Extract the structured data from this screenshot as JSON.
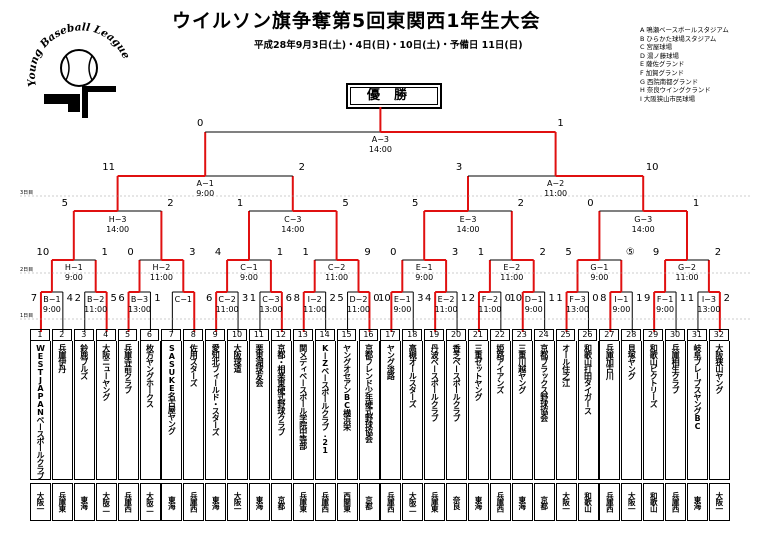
{
  "header": {
    "title": "ウイルソン旗争奪第5回東関西1年生大会",
    "date": "平成28年9月3日(土)・4日(日)・10日(土)・予備日 11日(日)",
    "logo_text": "Young Baseball League"
  },
  "venues": [
    "A 鳴瀬ベースボールスタジアム",
    "B ひらかた球場スタジアム",
    "C 宮屋球場",
    "D 湯ノ藤球場",
    "E 薩佐グランド",
    "F 加賀グランド",
    "G 西院南都グランド",
    "H 奈良ウイングクランド",
    "I 大阪狭山市民球場"
  ],
  "final": {
    "label": "優勝",
    "score_left": "0",
    "score_right": "1",
    "game": "A−3",
    "time": "14:00"
  },
  "day_labels": {
    "d3": "3日目",
    "d2": "2日目",
    "d1": "1日目"
  },
  "semis": [
    {
      "game": "A−1",
      "time": "9:00",
      "score_left": "11",
      "score_right": "2"
    },
    {
      "game": "A−2",
      "time": "11:00",
      "score_left": "3",
      "score_right": "10"
    }
  ],
  "quarters": [
    {
      "game": "H−3",
      "time": "14:00",
      "score_left": "5",
      "score_right": "2"
    },
    {
      "game": "C−3",
      "time": "14:00",
      "score_left": "1",
      "score_right": "5"
    },
    {
      "game": "E−3",
      "time": "14:00",
      "score_left": "5",
      "score_right": "2"
    },
    {
      "game": "G−3",
      "time": "14:00",
      "score_left": "0",
      "score_right": "1"
    }
  ],
  "round2": [
    {
      "game": "H−1",
      "time": "9:00",
      "score_left": "10",
      "score_right": "1"
    },
    {
      "game": "H−2",
      "time": "11:00",
      "score_left": "0",
      "score_right": "3"
    },
    {
      "game": "C−1",
      "time": "9:00",
      "score_left": "4",
      "score_right": "1"
    },
    {
      "game": "C−2",
      "time": "11:00",
      "score_left": "1",
      "score_right": "9"
    },
    {
      "game": "E−1",
      "time": "9:00",
      "score_left": "0",
      "score_right": "3"
    },
    {
      "game": "E−2",
      "time": "11:00",
      "score_left": "1",
      "score_right": "2"
    },
    {
      "game": "G−1",
      "time": "9:00",
      "score_left": "5",
      "score_right": "⑤"
    },
    {
      "game": "G−2",
      "time": "11:00",
      "score_left": "9",
      "score_right": "2"
    }
  ],
  "round1": [
    {
      "game": "B−1",
      "time": "9:00",
      "score_left": "7",
      "score_right": "4"
    },
    {
      "game": "B−2",
      "time": "11:00",
      "score_left": "2",
      "score_right": "5"
    },
    {
      "game": "B−3",
      "time": "13:00",
      "score_left": "6",
      "score_right": "1"
    },
    {
      "game": "C−1",
      "time": "",
      "score_left": "",
      "score_right": ""
    },
    {
      "game": "C−2",
      "time": "11:00",
      "score_left": "6",
      "score_right": "3"
    },
    {
      "game": "C−3",
      "time": "13:00",
      "score_left": "1",
      "score_right": "6"
    },
    {
      "game": "I−2",
      "time": "11:00",
      "score_left": "8",
      "score_right": "2"
    },
    {
      "game": "D−2",
      "time": "11:00",
      "score_left": "5",
      "score_right": "0"
    },
    {
      "game": "E−1",
      "time": "9:00",
      "score_left": "10",
      "score_right": "3"
    },
    {
      "game": "E−2",
      "time": "11:00",
      "score_left": "4",
      "score_right": "1"
    },
    {
      "game": "F−2",
      "time": "11:00",
      "score_left": "2",
      "score_right": "0"
    },
    {
      "game": "D−1",
      "time": "9:00",
      "score_left": "10",
      "score_right": "1"
    },
    {
      "game": "F−3",
      "time": "13:00",
      "score_left": "1",
      "score_right": "0"
    },
    {
      "game": "I−1",
      "time": "9:00",
      "score_left": "8",
      "score_right": "1"
    },
    {
      "game": "F−1",
      "time": "9:00",
      "score_left": "9",
      "score_right": "1"
    },
    {
      "game": "I−3",
      "time": "13:00",
      "score_left": "1",
      "score_right": "2"
    }
  ],
  "teams": [
    {
      "no": "1",
      "name": "WESTJAPANベースボールクラブ",
      "region": "大阪一"
    },
    {
      "no": "2",
      "name": "兵庫伊丹",
      "region": "兵庫東"
    },
    {
      "no": "3",
      "name": "鈴鹿ブルズ",
      "region": "東海"
    },
    {
      "no": "4",
      "name": "大阪ニューヤング",
      "region": "大阪二"
    },
    {
      "no": "5",
      "name": "兵庫寺前クラブ",
      "region": "兵庫西"
    },
    {
      "no": "6",
      "name": "枚方ヤングホークス",
      "region": "大阪二"
    },
    {
      "no": "7",
      "name": "SASUKE名古屋ヤング",
      "region": "東海"
    },
    {
      "no": "8",
      "name": "佐用スターズ",
      "region": "兵庫西"
    },
    {
      "no": "9",
      "name": "愛知北フィールド・スターズ",
      "region": "東海"
    },
    {
      "no": "10",
      "name": "大阪球道",
      "region": "大阪一"
    },
    {
      "no": "11",
      "name": "栗東湖球友会",
      "region": "東海"
    },
    {
      "no": "12",
      "name": "京都・相楽東硬式野球クラブ",
      "region": "京都"
    },
    {
      "no": "13",
      "name": "関メディベースボール学院中等部",
      "region": "兵庫東"
    },
    {
      "no": "14",
      "name": "KーZベースボールクラブ.21",
      "region": "兵庫西"
    },
    {
      "no": "15",
      "name": "ヤングオセアンBC横浜栄",
      "region": "西関東"
    },
    {
      "no": "16",
      "name": "京都フレンド少年硬式野球協会",
      "region": "京都"
    },
    {
      "no": "17",
      "name": "ヤング淡路",
      "region": "兵庫西"
    },
    {
      "no": "18",
      "name": "高槻オールスターズ",
      "region": "大阪二"
    },
    {
      "no": "19",
      "name": "丹波ベースボールクラブ",
      "region": "兵庫東"
    },
    {
      "no": "20",
      "name": "香芝ベースボールクラブ",
      "region": "奈良"
    },
    {
      "no": "21",
      "name": "三重ゼットヤング",
      "region": "東海"
    },
    {
      "no": "22",
      "name": "姫路アイアンズ",
      "region": "兵庫西"
    },
    {
      "no": "23",
      "name": "三重川越ヤング",
      "region": "東海"
    },
    {
      "no": "24",
      "name": "京都ブラックス野球協会",
      "region": "京都"
    },
    {
      "no": "25",
      "name": "オール住之江",
      "region": "大阪一"
    },
    {
      "no": "26",
      "name": "和歌山打田タイガース",
      "region": "和歌山"
    },
    {
      "no": "27",
      "name": "兵庫加古川",
      "region": "兵庫西"
    },
    {
      "no": "28",
      "name": "貝塚ヤング",
      "region": "大阪一"
    },
    {
      "no": "29",
      "name": "和歌山ビクトリーズ",
      "region": "和歌山"
    },
    {
      "no": "30",
      "name": "兵庫相生クラブ",
      "region": "兵庫西"
    },
    {
      "no": "31",
      "name": "岐阜ブレーブスヤングBC",
      "region": "東海"
    },
    {
      "no": "32",
      "name": "大阪狭山ヤング",
      "region": "大阪一"
    }
  ],
  "colors": {
    "win": "#e01010",
    "line": "#000000"
  }
}
